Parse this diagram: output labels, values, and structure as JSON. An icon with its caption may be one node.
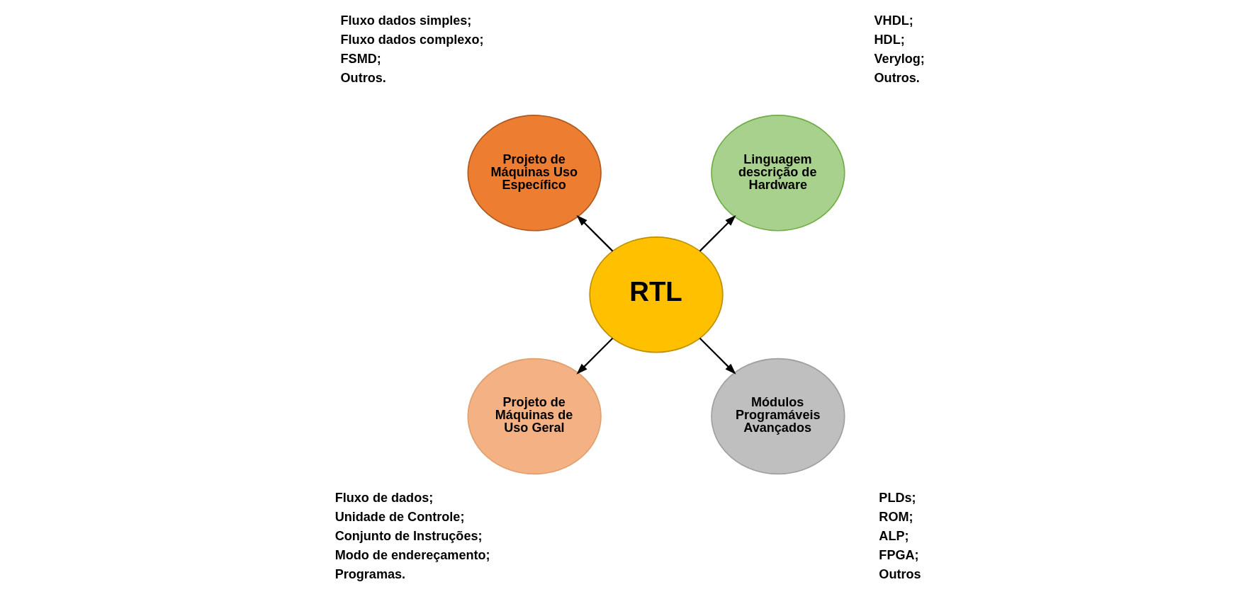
{
  "diagram": {
    "nodes": [
      {
        "text": [
          "Linguagem descrição de Hardware"
        ],
        "beside": [
          "VHDL;",
          "HDL;",
          "Verylog;",
          "Outros."
        ]
      },
      {
        "text": [
          "Projeto de Máquinas Uso Específico"
        ],
        "beside": [
          "Fluxo dados simples;",
          "Fluxo dados complexo;",
          "FSMD;",
          "Outros."
        ]
      },
      {
        "text": [
          "RTL"
        ]
      },
      {
        "text": [
          "Projeto de Máquinas de Uso Geral"
        ],
        "beside": [
          "Fluxo de dados;",
          "Unidade de Controle;",
          "Conjunto de Instruções;",
          "Modo de endereçamento;",
          "Programas."
        ]
      },
      {
        "text": [
          "Módulos Programáveis Avançados"
        ],
        "beside": [
          "PLDs;",
          "ROM;",
          "ALP;",
          "FPGA;",
          "Outros"
        ]
      }
    ],
    "edges": [
      {
        "from": 2,
        "to": 0,
        "arrow": "to"
      },
      {
        "from": 2,
        "to": 1,
        "arrow": "to"
      },
      {
        "from": 2,
        "to": 3,
        "arrow": "to"
      },
      {
        "from": 2,
        "to": 4,
        "arrow": "to"
      }
    ]
  }
}
